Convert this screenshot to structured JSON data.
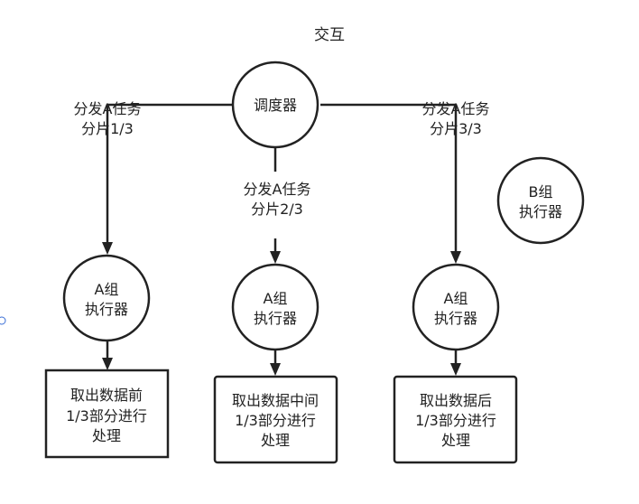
{
  "title": "交互",
  "scheduler": {
    "label": "调度器"
  },
  "dispatch_labels": [
    {
      "line1": "分发A任务",
      "line2": "分片1/3"
    },
    {
      "line1": "分发A任务",
      "line2": "分片2/3"
    },
    {
      "line1": "分发A任务",
      "line2": "分片3/3"
    }
  ],
  "executors": [
    {
      "line1": "A组",
      "line2": "执行器"
    },
    {
      "line1": "A组",
      "line2": "执行器"
    },
    {
      "line1": "A组",
      "line2": "执行器"
    }
  ],
  "executor_b": {
    "line1": "B组",
    "line2": "执行器"
  },
  "tasks": [
    {
      "line1": "取出数据前",
      "line2": "1/3部分进行",
      "line3": "处理"
    },
    {
      "line1": "取出数据中间",
      "line2": "1/3部分进行",
      "line3": "处理"
    },
    {
      "line1": "取出数据后",
      "line2": "1/3部分进行",
      "line3": "处理"
    }
  ]
}
